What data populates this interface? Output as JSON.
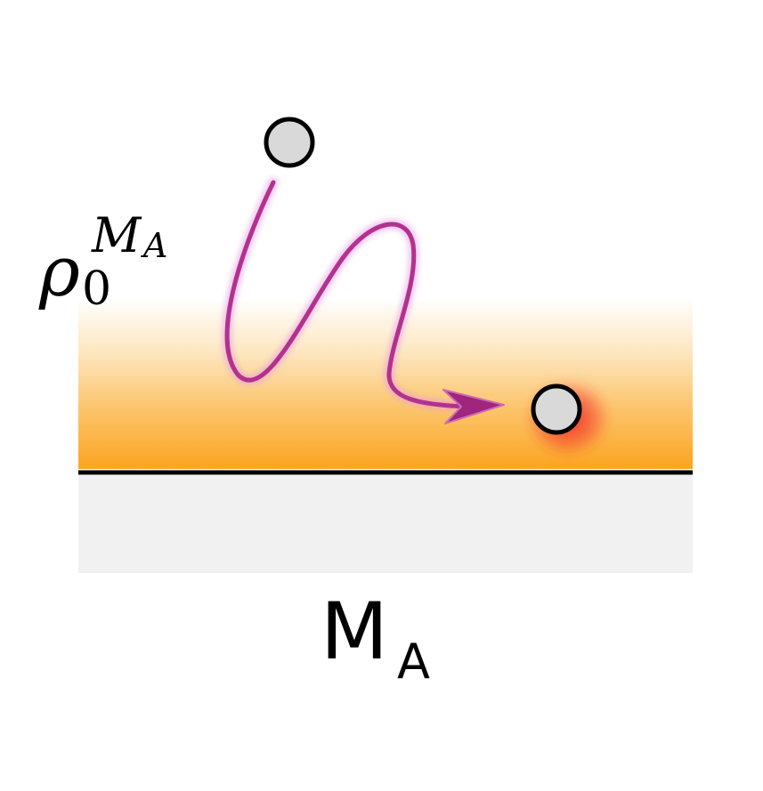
{
  "density_label": {
    "base": "ρ",
    "subscript": "0",
    "superscript_main": "M",
    "superscript_sub": "A"
  },
  "material_label": {
    "main": "M",
    "subscript": "A"
  },
  "colors": {
    "density_layer_bottom": "#fba521",
    "density_layer_top": "#ffffff",
    "substrate": "#f1f1f1",
    "interface_line": "#000000",
    "trajectory": "#b3318f",
    "trajectory_glow": "#e79be0",
    "particle_fill": "#d9d9d9",
    "particle_stroke": "#000000",
    "adsorption_glow": "#f2302b"
  },
  "particles": [
    {
      "name": "incoming-particle",
      "state": "gas"
    },
    {
      "name": "adsorbed-particle",
      "state": "adsorbed"
    }
  ]
}
